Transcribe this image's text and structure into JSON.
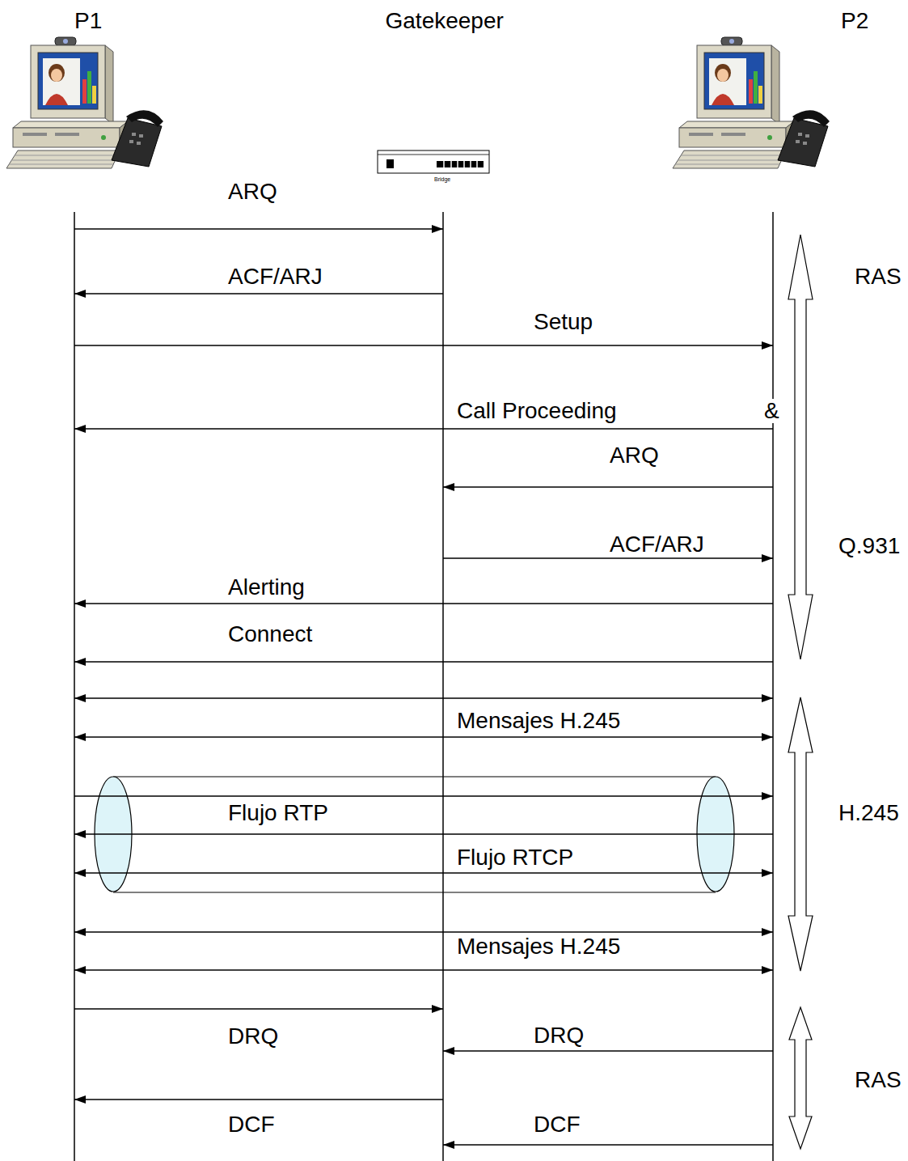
{
  "diagram": {
    "nodes": [
      {
        "text": [
          "P1"
        ]
      },
      {
        "text": [
          "Gatekeeper"
        ]
      },
      {
        "text": [
          "P2"
        ]
      }
    ],
    "edges": [
      {
        "from": 0,
        "to": 1,
        "label": "ARQ",
        "arrow": "to"
      },
      {
        "from": 1,
        "to": 0,
        "label": "ACF/ARJ",
        "arrow": "to"
      },
      {
        "from": 0,
        "to": 2,
        "label": "Setup",
        "arrow": "to"
      },
      {
        "from": 2,
        "to": 0,
        "label": "Call Proceeding",
        "arrow": "to"
      },
      {
        "from": 2,
        "to": 1,
        "label": "ARQ",
        "arrow": "to"
      },
      {
        "from": 1,
        "to": 2,
        "label": "ACF/ARJ",
        "arrow": "to"
      },
      {
        "from": 2,
        "to": 0,
        "label": "Alerting",
        "arrow": "to"
      },
      {
        "from": 2,
        "to": 0,
        "label": "Connect",
        "arrow": "to"
      },
      {
        "from": 0,
        "to": 2,
        "arrow": "both"
      },
      {
        "from": 0,
        "to": 2,
        "label": "Mensajes H.245",
        "arrow": "both"
      },
      {
        "from": 0,
        "to": 2,
        "label": "Flujo RTP",
        "arrow": "to"
      },
      {
        "from": 2,
        "to": 0,
        "arrow": "to"
      },
      {
        "from": 0,
        "to": 2,
        "label": "Flujo RTCP",
        "arrow": "both"
      },
      {
        "from": 0,
        "to": 2,
        "arrow": "both"
      },
      {
        "from": 0,
        "to": 2,
        "label": "Mensajes H.245",
        "arrow": "both"
      },
      {
        "from": 0,
        "to": 1,
        "label": "DRQ",
        "arrow": "to"
      },
      {
        "from": 2,
        "to": 1,
        "label": "DRQ",
        "arrow": "to"
      },
      {
        "from": 1,
        "to": 0,
        "label": "DCF",
        "arrow": "to"
      },
      {
        "from": 2,
        "to": 1,
        "label": "DCF",
        "arrow": "to"
      }
    ],
    "labels": [
      "Bridge",
      "&",
      "RAS",
      "Q.931",
      "H.245",
      "RAS"
    ]
  }
}
